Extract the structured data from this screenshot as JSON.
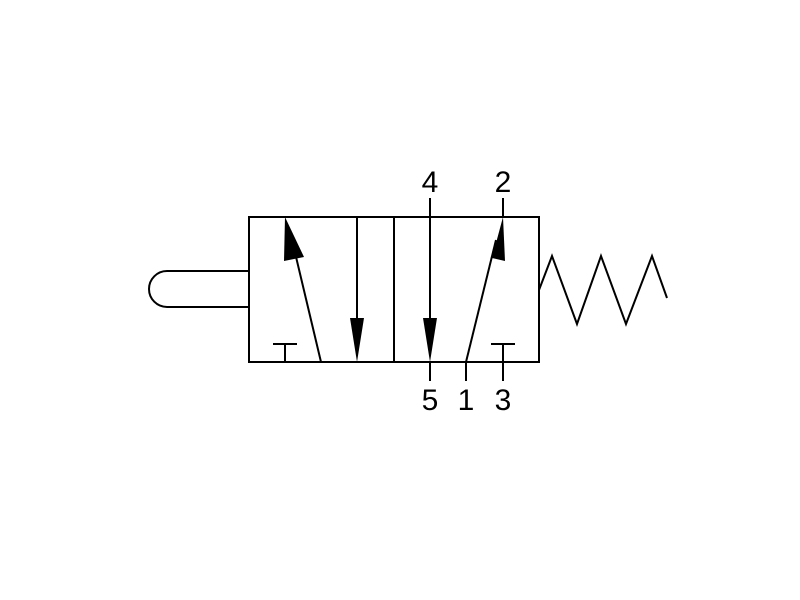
{
  "diagram": {
    "stroke_color": "#000000",
    "background": "#ffffff",
    "ports": {
      "top_left": "4",
      "top_right": "2",
      "bottom_left": "5",
      "bottom_mid": "1",
      "bottom_right": "3"
    },
    "actuators": {
      "left": "plunger-icon",
      "right": "spring-icon"
    }
  }
}
